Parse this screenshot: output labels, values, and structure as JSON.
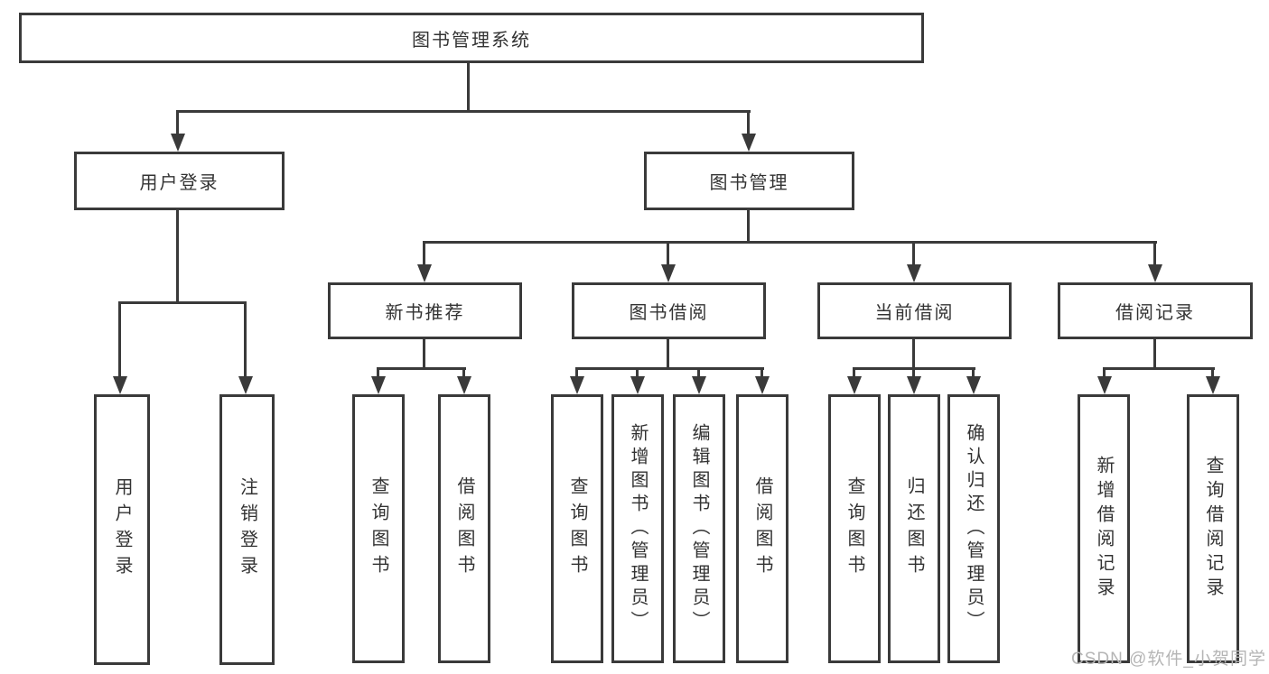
{
  "diagram": {
    "title_node": {
      "label": "图书管理系统"
    },
    "user_login": {
      "label": "用户登录",
      "children": [
        {
          "label": "用户登录"
        },
        {
          "label": "注销登录"
        }
      ]
    },
    "book_mgmt": {
      "label": "图书管理"
    },
    "new_book": {
      "label": "新书推荐",
      "children": [
        {
          "label": "查询图书"
        },
        {
          "label": "借阅图书"
        }
      ]
    },
    "book_borrow": {
      "label": "图书借阅",
      "children": [
        {
          "label": "查询图书"
        },
        {
          "label": "新增图书（管理员）"
        },
        {
          "label": "编辑图书（管理员）"
        },
        {
          "label": "借阅图书"
        }
      ]
    },
    "current_borrow": {
      "label": "当前借阅",
      "children": [
        {
          "label": "查询图书"
        },
        {
          "label": "归还图书"
        },
        {
          "label": "确认归还（管理员）"
        }
      ]
    },
    "borrow_record": {
      "label": "借阅记录",
      "children": [
        {
          "label": "新增借阅记录"
        },
        {
          "label": "查询借阅记录"
        }
      ]
    }
  },
  "colors": {
    "line": "#3a3a3a",
    "text": "#333333",
    "watermark": "#b5b5b5",
    "background": "#ffffff"
  },
  "watermark": {
    "text": "CSDN @软件_小贺同学"
  }
}
